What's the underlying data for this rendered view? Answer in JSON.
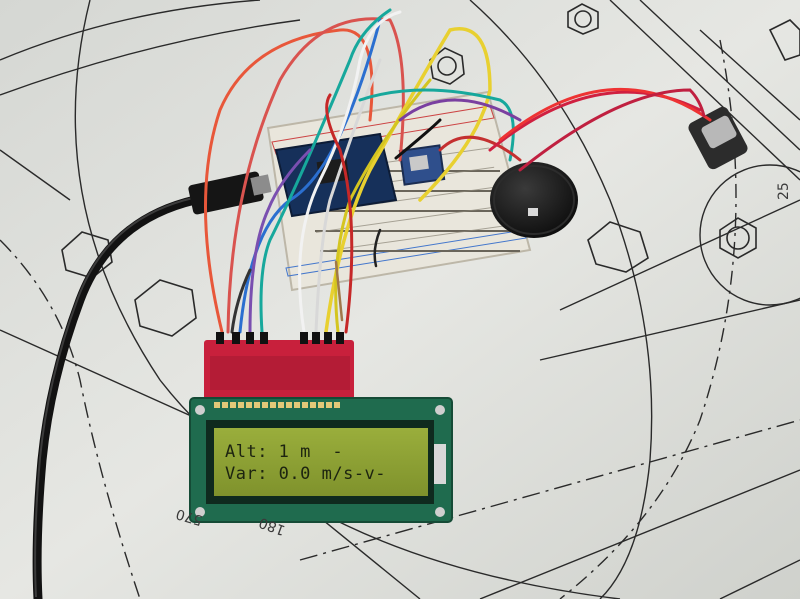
{
  "lcd": {
    "line1": "Alt: 1 m  -",
    "line2": "Var: 0.0 m/s-v-"
  },
  "drawing": {
    "label_570": "570",
    "label_180": "180",
    "label_25": "25"
  },
  "colors": {
    "paper": "#e4e5e1",
    "lcd_background": "#8fa035",
    "lcd_pcb": "#1f6b4e",
    "breadboard": "#e9e6dc",
    "header_tape": "#c8203c",
    "buzzer": "#141414"
  }
}
